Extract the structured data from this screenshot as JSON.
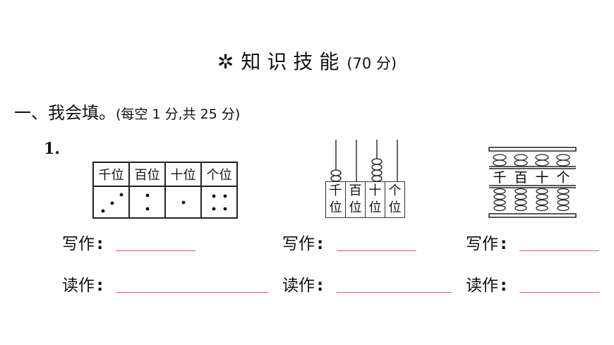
{
  "title": {
    "star": "✲",
    "text": "知识技能",
    "points": "(70 分)"
  },
  "section": {
    "heading": "一、我会填。",
    "note": "(每空 1 分,共 25 分)"
  },
  "question": {
    "number": "1.",
    "place_table": {
      "headers": [
        "千位",
        "百位",
        "十位",
        "个位"
      ],
      "dot_counts": [
        3,
        2,
        1,
        4
      ]
    },
    "rod_abacus": {
      "headers": [
        [
          "千",
          "位"
        ],
        [
          "百",
          "位"
        ],
        [
          "十",
          "位"
        ],
        [
          "个",
          "位"
        ]
      ],
      "bead_counts": [
        2,
        0,
        4,
        0
      ]
    },
    "bead_abacus": {
      "headers": [
        "千",
        "百",
        "十",
        "个"
      ]
    },
    "write_label": "写作",
    "read_label": "读作",
    "colon": ":"
  },
  "colors": {
    "blank_line": "#e8548c",
    "ink": "#111111"
  }
}
